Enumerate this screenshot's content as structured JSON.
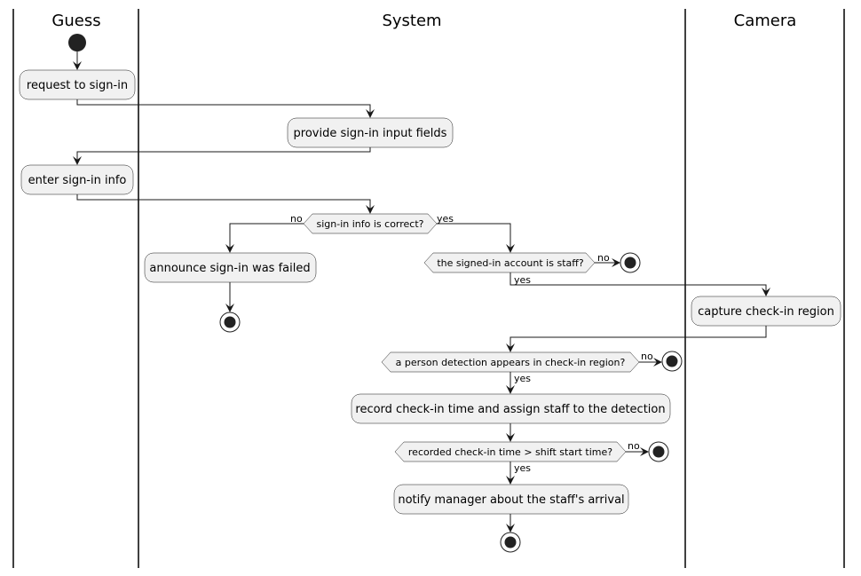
{
  "lanes": [
    "Guess",
    "System",
    "Camera"
  ],
  "activities": {
    "request_signin": "request to sign-in",
    "provide_fields": "provide sign-in input fields",
    "enter_info": "enter sign-in info",
    "announce_failed": "announce sign-in was failed",
    "capture_region": "capture check-in region",
    "record_time": "record check-in time and assign staff to the detection",
    "notify_manager": "notify manager about the staff's arrival"
  },
  "decisions": {
    "info_correct": "sign-in info is correct?",
    "is_staff": "the signed-in account is staff?",
    "person_detected": "a person detection appears in check-in region?",
    "late_checkin": "recorded check-in time > shift start time?"
  },
  "labels": {
    "yes": "yes",
    "no": "no"
  }
}
